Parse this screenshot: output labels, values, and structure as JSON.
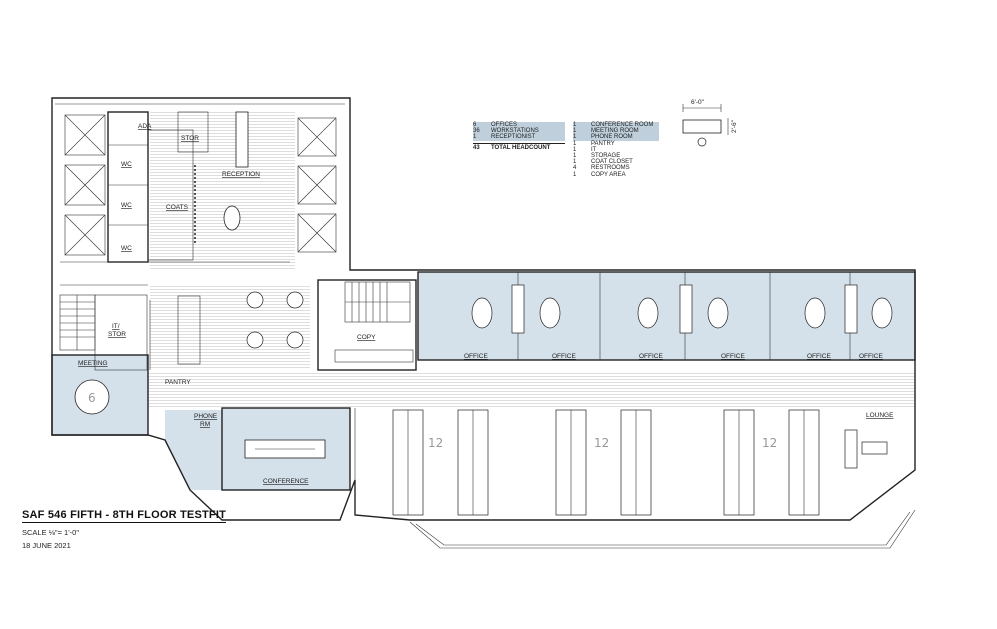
{
  "title": "SAF 546 FIFTH - 8TH FLOOR TESTFIT",
  "scale": "SCALE ⅛\"= 1'-0\"",
  "date": "18 JUNE 2021",
  "desk_dimension_width": "6'-0\"",
  "desk_dimension_depth": "2'-6\"",
  "headcount": [
    {
      "count": "6",
      "label": "OFFICES",
      "highlight": true
    },
    {
      "count": "36",
      "label": "WORKSTATIONS",
      "highlight": true
    },
    {
      "count": "1",
      "label": "RECEPTIONIST",
      "highlight": true
    }
  ],
  "total_headcount": {
    "count": "43",
    "label": "TOTAL HEADCOUNT"
  },
  "rooms_list": [
    {
      "count": "1",
      "label": "CONFERENCE ROOM",
      "highlight": true
    },
    {
      "count": "1",
      "label": "MEETING ROOM",
      "highlight": true
    },
    {
      "count": "1",
      "label": "PHONE ROOM",
      "highlight": true
    },
    {
      "count": "1",
      "label": "PANTRY",
      "highlight": false
    },
    {
      "count": "1",
      "label": "IT",
      "highlight": false
    },
    {
      "count": "1",
      "label": "STORAGE",
      "highlight": false
    },
    {
      "count": "1",
      "label": "COAT CLOSET",
      "highlight": false
    },
    {
      "count": "4",
      "label": "RESTROOMS",
      "highlight": false
    },
    {
      "count": "1",
      "label": "COPY AREA",
      "highlight": false
    }
  ],
  "room_labels": {
    "ada": "ADA",
    "stor": "STOR",
    "reception": "RECEPTION",
    "wc1": "WC",
    "wc2": "WC",
    "wc3": "WC",
    "coats": "COATS",
    "it_stor_1": "IT/",
    "it_stor_2": "STOR",
    "meeting": "MEETING",
    "meeting_seats": "6",
    "pantry": "PANTRY",
    "copy": "COPY",
    "phone_1": "PHONE",
    "phone_2": "RM",
    "conference": "CONFERENCE",
    "lounge": "LOUNGE",
    "office": "OFFICE",
    "workstation_count_1": "12",
    "workstation_count_2": "12",
    "workstation_count_3": "12"
  },
  "colors": {
    "highlight_fill": "#d5e1ea",
    "legend_highlight": "#bfcfdb",
    "line": "#222222"
  }
}
